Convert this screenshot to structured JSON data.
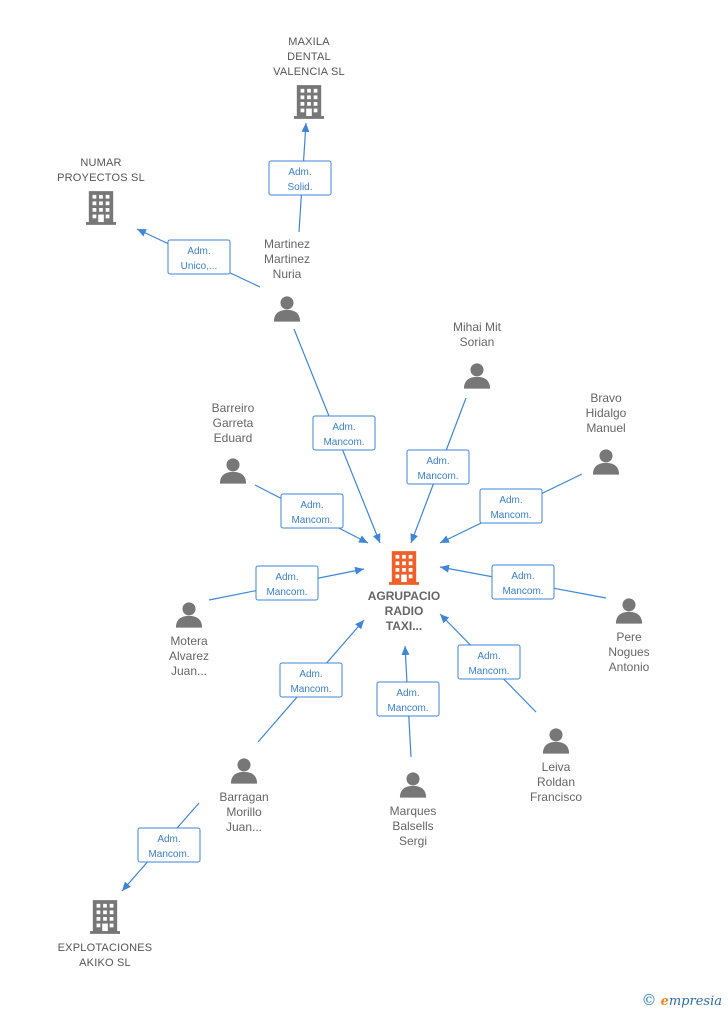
{
  "colors": {
    "edge": "#3f86d8",
    "company_icon": "#777777",
    "person_icon": "#777777",
    "center_icon": "#f0602a"
  },
  "center": {
    "name_lines": [
      "AGRUPACIO",
      "RADIO",
      "TAXI..."
    ],
    "icon": "building-icon"
  },
  "companies": [
    {
      "id": "maxila",
      "name_lines": [
        "MAXILA",
        "DENTAL",
        "VALENCIA SL"
      ],
      "icon": "building-icon"
    },
    {
      "id": "numar",
      "name_lines": [
        "NUMAR",
        "PROYECTOS SL"
      ],
      "icon": "building-icon"
    },
    {
      "id": "explotaciones",
      "name_lines": [
        "EXPLOTACIONES",
        "AKIKO  SL"
      ],
      "icon": "building-icon"
    }
  ],
  "persons": [
    {
      "id": "martinez",
      "name_lines": [
        "Martinez",
        "Martinez",
        "Nuria"
      ],
      "icon": "person-icon"
    },
    {
      "id": "mihai",
      "name_lines": [
        "Mihai Mit",
        "Sorian"
      ],
      "icon": "person-icon"
    },
    {
      "id": "bravo",
      "name_lines": [
        "Bravo",
        "Hidalgo",
        "Manuel"
      ],
      "icon": "person-icon"
    },
    {
      "id": "barreiro",
      "name_lines": [
        "Barreiro",
        "Garreta",
        "Eduard"
      ],
      "icon": "person-icon"
    },
    {
      "id": "motera",
      "name_lines": [
        "Motera",
        "Alvarez",
        "Juan..."
      ],
      "icon": "person-icon"
    },
    {
      "id": "pere",
      "name_lines": [
        "Pere",
        "Nogues",
        "Antonio"
      ],
      "icon": "person-icon"
    },
    {
      "id": "barragan",
      "name_lines": [
        "Barragan",
        "Morillo",
        "Juan..."
      ],
      "icon": "person-icon"
    },
    {
      "id": "marques",
      "name_lines": [
        "Marques",
        "Balsells",
        "Sergi"
      ],
      "icon": "person-icon"
    },
    {
      "id": "leiva",
      "name_lines": [
        "Leiva",
        "Roldan",
        "Francisco"
      ],
      "icon": "person-icon"
    }
  ],
  "edges": [
    {
      "from": "martinez",
      "to": "maxila",
      "label_lines": [
        "Adm.",
        "Solid."
      ]
    },
    {
      "from": "martinez",
      "to": "numar",
      "label_lines": [
        "Adm.",
        "Unico,..."
      ]
    },
    {
      "from": "martinez",
      "to": "center",
      "label_lines": [
        "Adm.",
        "Mancom."
      ]
    },
    {
      "from": "mihai",
      "to": "center",
      "label_lines": [
        "Adm.",
        "Mancom."
      ]
    },
    {
      "from": "bravo",
      "to": "center",
      "label_lines": [
        "Adm.",
        "Mancom."
      ]
    },
    {
      "from": "barreiro",
      "to": "center",
      "label_lines": [
        "Adm.",
        "Mancom."
      ]
    },
    {
      "from": "motera",
      "to": "center",
      "label_lines": [
        "Adm.",
        "Mancom."
      ]
    },
    {
      "from": "pere",
      "to": "center",
      "label_lines": [
        "Adm.",
        "Mancom."
      ]
    },
    {
      "from": "barragan",
      "to": "center",
      "label_lines": [
        "Adm.",
        "Mancom."
      ]
    },
    {
      "from": "marques",
      "to": "center",
      "label_lines": [
        "Adm.",
        "Mancom."
      ]
    },
    {
      "from": "leiva",
      "to": "center",
      "label_lines": [
        "Adm.",
        "Mancom."
      ]
    },
    {
      "from": "barragan",
      "to": "explotaciones",
      "label_lines": [
        "Adm.",
        "Mancom."
      ]
    }
  ],
  "footer": {
    "copyright_symbol": "©",
    "brand_initial": "e",
    "brand_rest": "mpresia"
  }
}
